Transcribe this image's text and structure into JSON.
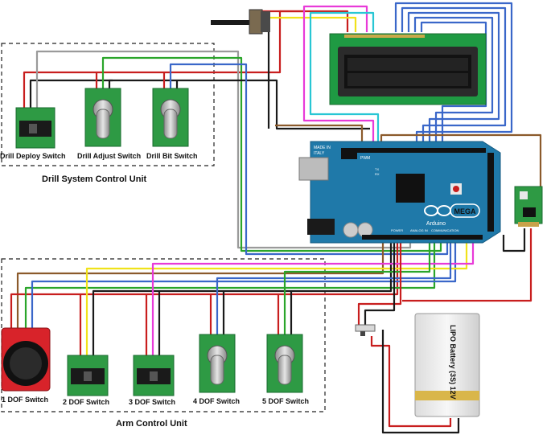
{
  "drill_unit": {
    "title": "Drill System Control Unit",
    "components": [
      {
        "id": "deploy",
        "label": "Drill Deploy Switch",
        "kind": "slide-switch"
      },
      {
        "id": "adjust",
        "label": "Drill Adjust Switch",
        "kind": "potentiometer"
      },
      {
        "id": "bit",
        "label": "Drill Bit Switch",
        "kind": "potentiometer"
      }
    ]
  },
  "arm_unit": {
    "title": "Arm Control Unit",
    "components": [
      {
        "id": "dof1",
        "label": "1 DOF Switch",
        "kind": "joystick"
      },
      {
        "id": "dof2",
        "label": "2 DOF Switch",
        "kind": "slide-switch"
      },
      {
        "id": "dof3",
        "label": "3 DOF Switch",
        "kind": "slide-switch"
      },
      {
        "id": "dof4",
        "label": "4 DOF Switch",
        "kind": "potentiometer"
      },
      {
        "id": "dof5",
        "label": "5 DOF Switch",
        "kind": "potentiometer"
      }
    ]
  },
  "arduino": {
    "brand": "Arduino",
    "model": "MEGA",
    "labels": [
      "MADE IN",
      "ITALY",
      "PWM",
      "COMMUNICATION",
      "ANALOG IN",
      "POWER",
      "TX",
      "RX"
    ]
  },
  "battery": {
    "label": "LIPO Battery (3S) 12V"
  },
  "lcd": {
    "kind": "16x2 character LCD"
  },
  "wire_colors": {
    "red": "#c81e1e",
    "black": "#1a1a1a",
    "blue": "#3a67c9",
    "green": "#2aa52a",
    "brown": "#8b5a2b",
    "gray": "#9a9a9a",
    "yellow": "#f0e21a",
    "magenta": "#e83ad8",
    "cyan": "#28c6d4",
    "board": "#1f79a9",
    "pcb": "#2e9a44"
  }
}
